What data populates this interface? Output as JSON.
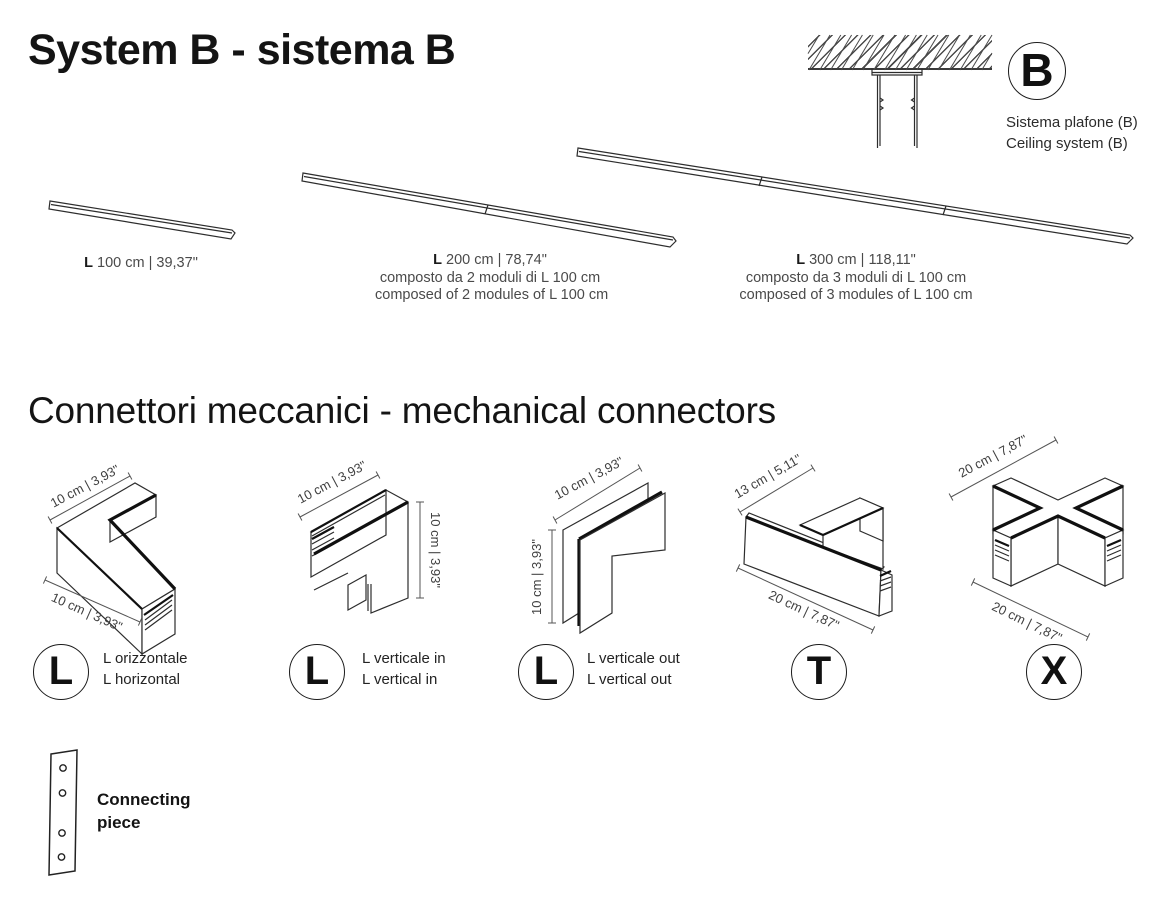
{
  "page": {
    "title": "System B - sistema B",
    "connectors_title": "Connettori meccanici - mechanical connectors"
  },
  "ceiling_system": {
    "badge": "B",
    "label_it": "Sistema plafone (B)",
    "label_en": "Ceiling system (B)"
  },
  "profiles": [
    {
      "size_label": "L",
      "dimension": "100 cm | 39,37\""
    },
    {
      "size_label": "L",
      "dimension": "200 cm | 78,74\"",
      "note_it": "composto da 2 moduli di L 100 cm",
      "note_en": "composed of 2 modules of L 100 cm"
    },
    {
      "size_label": "L",
      "dimension": "300 cm | 118,11\"",
      "note_it": "composto da 3 moduli di L 100 cm",
      "note_en": "composed of 3 modules of L 100 cm"
    }
  ],
  "connectors": [
    {
      "badge": "L",
      "name_it": "L orizzontale",
      "name_en": "L horizontal",
      "dim_a": "10 cm | 3,93\"",
      "dim_b": "10 cm | 3,93\""
    },
    {
      "badge": "L",
      "name_it": "L verticale in",
      "name_en": "L vertical in",
      "dim_a": "10 cm | 3,93\"",
      "dim_b": "10 cm | 3,93\""
    },
    {
      "badge": "L",
      "name_it": "L verticale out",
      "name_en": "L vertical out",
      "dim_a": "10 cm | 3,93\"",
      "dim_b": "10 cm | 3,93\""
    },
    {
      "badge": "T",
      "dim_a": "13 cm | 5,11\"",
      "dim_b": "20 cm | 7,87\""
    },
    {
      "badge": "X",
      "dim_a": "20 cm | 7,87\"",
      "dim_b": "20 cm | 7,87\""
    }
  ],
  "connecting_piece": {
    "line1": "Connecting",
    "line2": "piece"
  }
}
